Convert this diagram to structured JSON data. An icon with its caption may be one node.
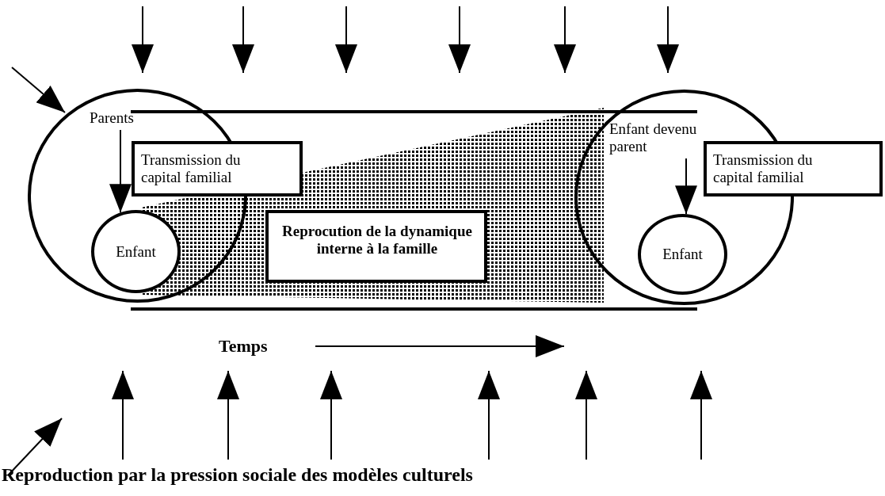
{
  "diagram": {
    "nodes": [
      {
        "text": [],
        "shape": "circle"
      },
      {
        "text": [
          "Parents"
        ],
        "in": 0
      },
      {
        "text": [
          "Transmission du capital familial"
        ]
      },
      {
        "text": [
          "Enfant"
        ],
        "in": 0
      },
      {
        "text": [
          "Reprocution de la dynamique interne à la famille"
        ]
      },
      {
        "text": [],
        "shape": "circle"
      },
      {
        "text": [
          "Enfant devenu parent"
        ],
        "in": 5
      },
      {
        "text": [
          "Transmission du capital familial"
        ]
      },
      {
        "text": [
          "Enfant"
        ],
        "in": 5
      }
    ],
    "edges": [
      {
        "from": 1,
        "to": 3,
        "arrow": "to"
      },
      {
        "from": 6,
        "to": 8,
        "arrow": "to"
      }
    ],
    "labels": [
      "Temps",
      "Reproduction par la pression sociale des modèles culturels"
    ]
  }
}
